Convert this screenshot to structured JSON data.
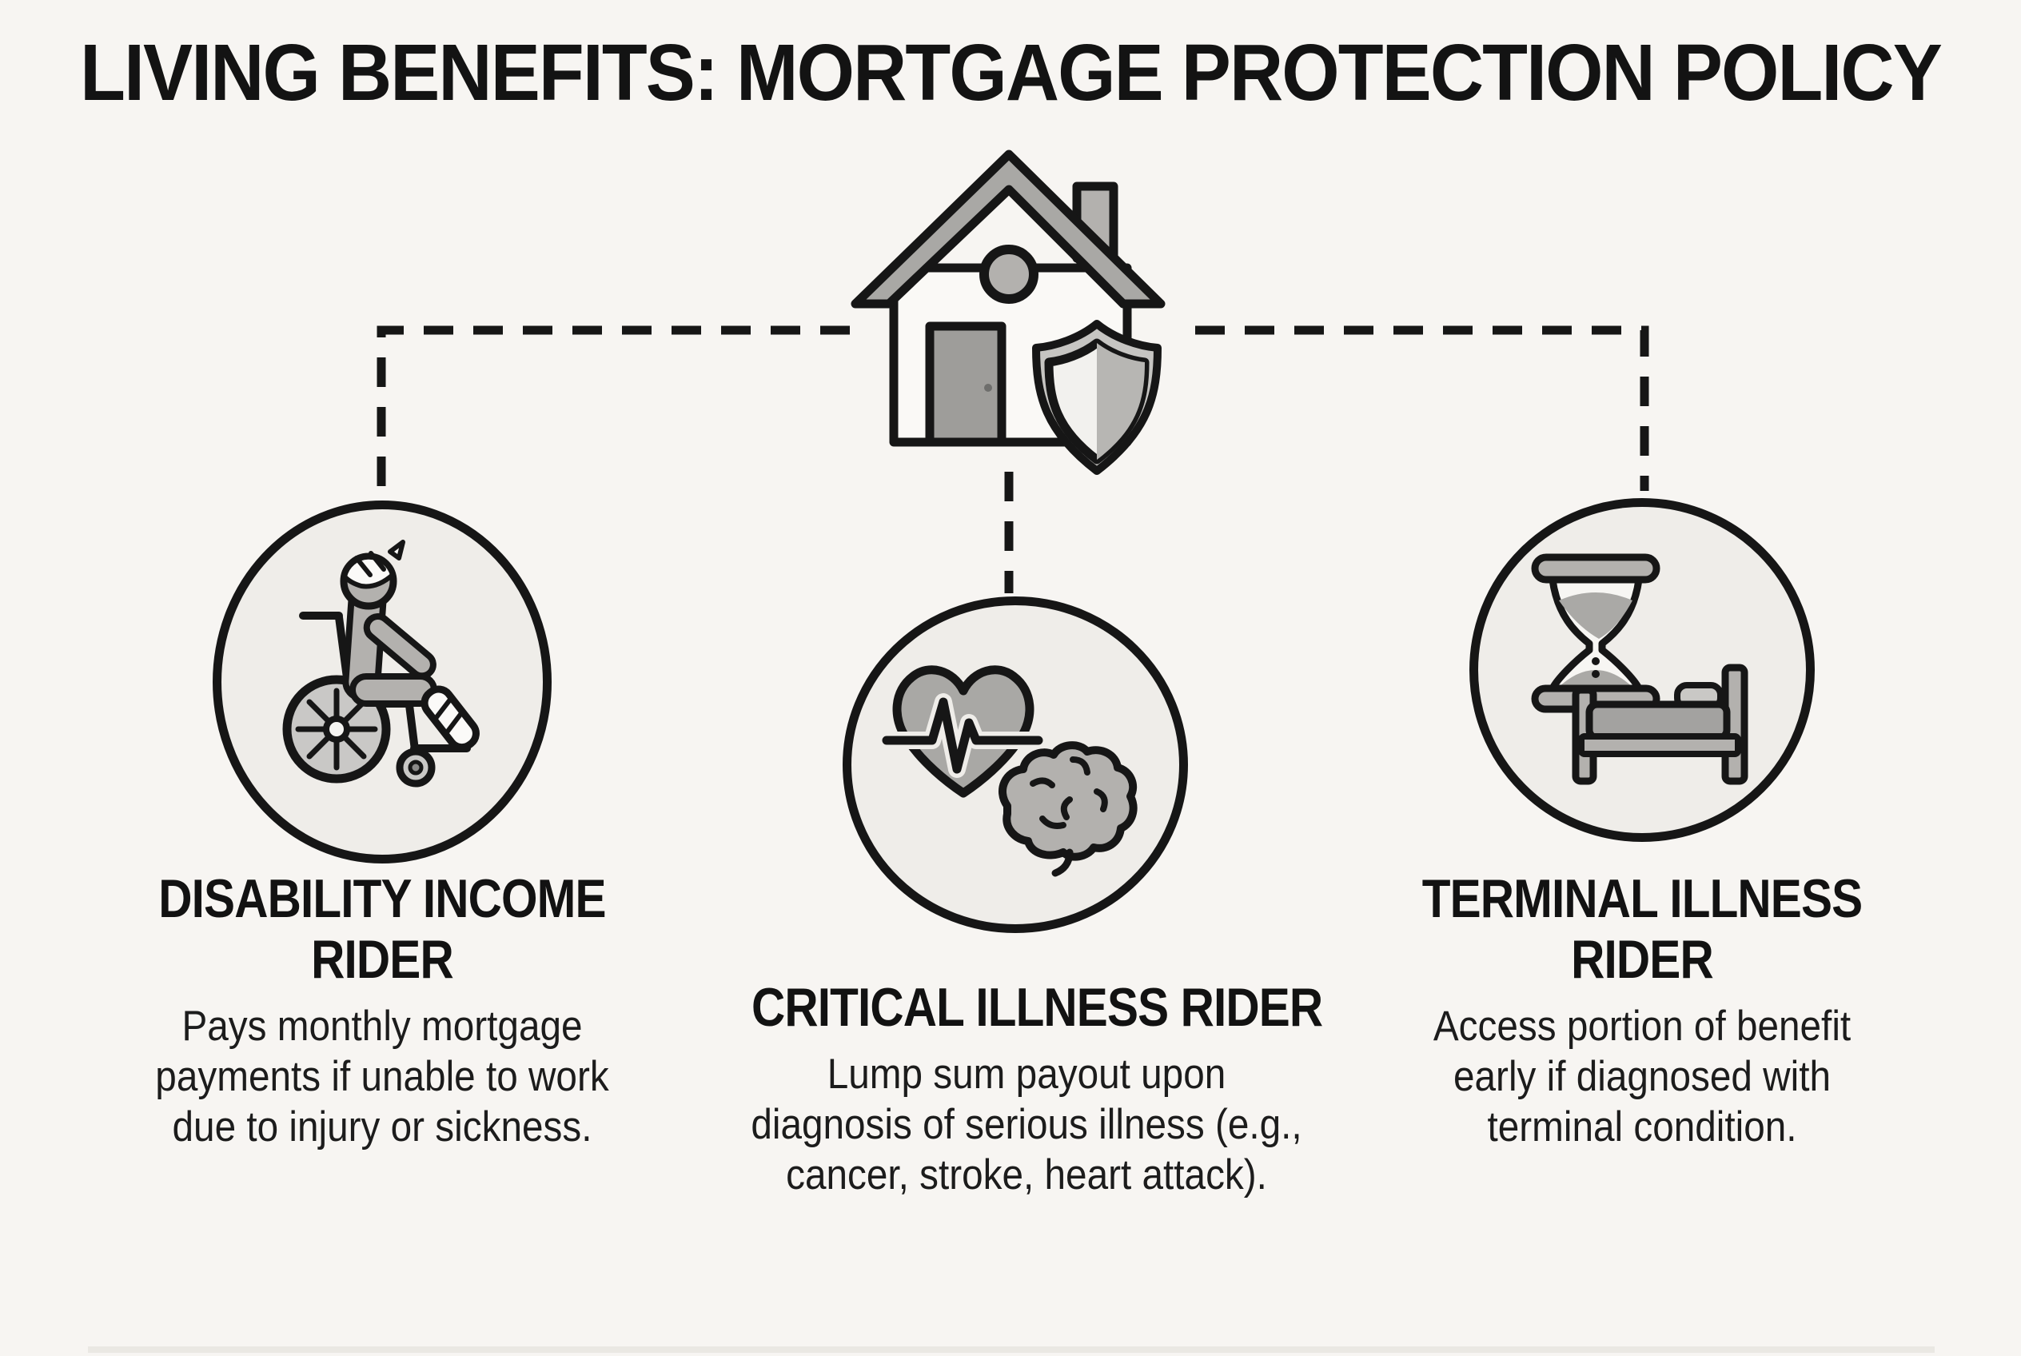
{
  "title": "LIVING BENEFITS: MORTGAGE PROTECTION POLICY",
  "center_icon": {
    "name": "house-with-shield",
    "description": "house with protection shield"
  },
  "connectors": {
    "style": "dashed",
    "count": 3
  },
  "riders": [
    {
      "id": "disability-income",
      "icon": "wheelchair-person-icon",
      "heading": "DISABILITY INCOME RIDER",
      "heading_lines": [
        "DISABILITY INCOME",
        "RIDER"
      ],
      "body": "Pays monthly mortgage payments if unable to work due to injury or sickness.",
      "body_lines": [
        "Pays monthly mortgage",
        "payments if unable to work",
        "due to injury or sickness."
      ]
    },
    {
      "id": "critical-illness",
      "icon": "heart-ekg-brain-icon",
      "heading": "CRITICAL ILLNESS RIDER",
      "heading_lines": [
        "CRITICAL ILLNESS RIDER"
      ],
      "body": "Lump sum payout upon diagnosis of serious illness (e.g., cancer, stroke, heart attack).",
      "body_lines": [
        "Lump sum payout upon",
        "diagnosis of serious illness (e.g.,",
        "cancer, stroke, heart attack)."
      ]
    },
    {
      "id": "terminal-illness",
      "icon": "hourglass-bed-icon",
      "heading": "TERMINAL ILLNESS RIDER",
      "heading_lines": [
        "TERMINAL ILLNESS",
        "RIDER"
      ],
      "body": "Access portion of benefit early if diagnosed with terminal condition.",
      "body_lines": [
        "Access portion of benefit",
        "early if diagnosed with",
        "terminal condition."
      ]
    }
  ],
  "colors": {
    "background": "#f7f5f2",
    "ink": "#161616",
    "gray_mid": "#a9a8a5",
    "gray_soft": "#b3b1ae",
    "gray_light": "#c9c8c5",
    "circle_fill": "#efede9",
    "white_soft": "#faf9f6"
  }
}
